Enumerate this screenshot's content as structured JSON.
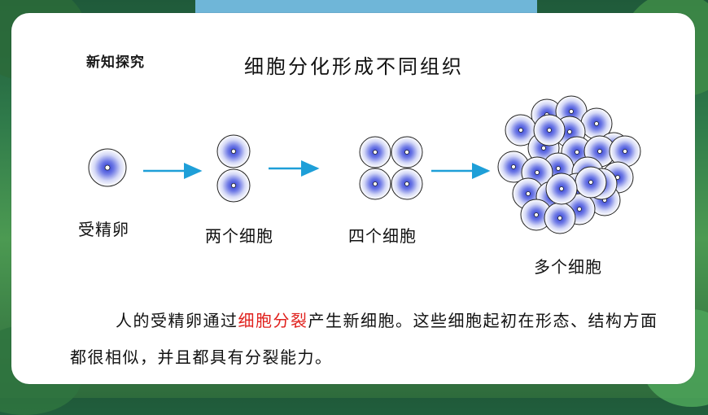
{
  "header": {
    "section_tag": "新知探究",
    "title": "细胞分化形成不同组织"
  },
  "stages": [
    {
      "label": "受精卵",
      "cell_count": 1
    },
    {
      "label": "两个细胞",
      "cell_count": 2
    },
    {
      "label": "四个细胞",
      "cell_count": 4
    },
    {
      "label": "多个细胞",
      "cell_count": 26
    }
  ],
  "paragraph": {
    "before": "人的受精卵通过",
    "highlight": "细胞分裂",
    "after": "产生新细胞。这些细胞起初在形态、结构方面都很相似，并且都具有分裂能力。"
  },
  "colors": {
    "highlight": "#e0201c",
    "arrow": "#1e9fd8",
    "cell_core": "#3b47d6"
  }
}
